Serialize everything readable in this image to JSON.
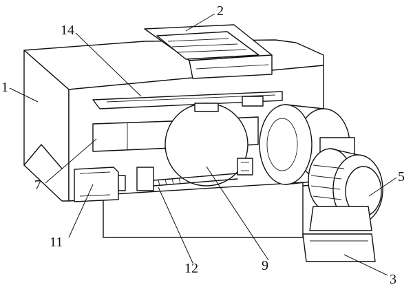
{
  "figure": {
    "callouts": [
      {
        "id": "1",
        "text": "1"
      },
      {
        "id": "2",
        "text": "2"
      },
      {
        "id": "3",
        "text": "3"
      },
      {
        "id": "5",
        "text": "5"
      },
      {
        "id": "7",
        "text": "7"
      },
      {
        "id": "9",
        "text": "9"
      },
      {
        "id": "11",
        "text": "11"
      },
      {
        "id": "12",
        "text": "12"
      },
      {
        "id": "14",
        "text": "14"
      }
    ]
  }
}
